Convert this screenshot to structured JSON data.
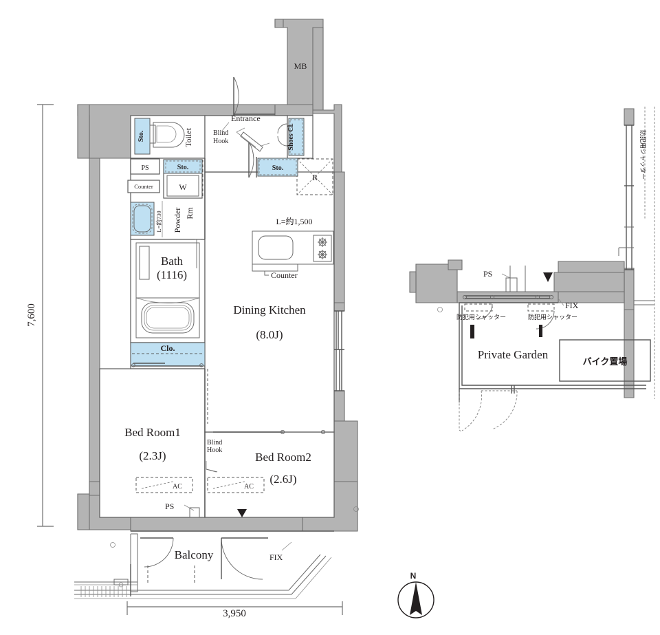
{
  "document": {
    "type": "apartment-floor-plan",
    "unit_layout": "1LDK / Dining Kitchen with 2 bed rooms"
  },
  "dimensions": {
    "vertical_label": "7,600",
    "horizontal_label": "3,950",
    "kitchen_counter_length": "L=約1,500",
    "powder_room_width": "L=約730"
  },
  "rooms": [
    {
      "id": "dining-kitchen",
      "label": "Dining Kitchen",
      "area": "(8.0J)"
    },
    {
      "id": "bed-room-1",
      "label": "Bed Room1",
      "area": "(2.3J)"
    },
    {
      "id": "bed-room-2",
      "label": "Bed Room2",
      "area": "(2.6J)"
    },
    {
      "id": "bath",
      "label": "Bath",
      "area": "(1116)"
    },
    {
      "id": "powder-room",
      "label": "Powder Rm",
      "area": ""
    },
    {
      "id": "toilet",
      "label": "Toilet",
      "area": ""
    },
    {
      "id": "balcony",
      "label": "Balcony",
      "area": ""
    },
    {
      "id": "entrance",
      "label": "Entrance",
      "area": ""
    },
    {
      "id": "private-garden",
      "label": "Private Garden",
      "area": ""
    }
  ],
  "labels": {
    "entrance": "Entrance",
    "toilet": "Toilet",
    "powder_rm_line1": "Powder",
    "powder_rm_line2": "Rm",
    "bath": "Bath",
    "bath_size": "(1116)",
    "dining_kitchen": "Dining Kitchen",
    "dining_kitchen_area": "(8.0J)",
    "bed_room_1": "Bed Room1",
    "bed_room_1_area": "(2.3J)",
    "bed_room_2": "Bed Room2",
    "bed_room_2_area": "(2.6J)",
    "balcony": "Balcony",
    "private_garden": "Private Garden",
    "mb": "MB",
    "refrigerator": "R",
    "washer": "W",
    "counter_left": "Counter",
    "counter_kitchen": "Counter",
    "ps_upper": "PS",
    "ps_lower": "PS",
    "ps_garden": "PS",
    "sto_toilet": "Sto.",
    "sto_washer": "Sto.",
    "sto_entry": "Sto.",
    "shoes_cl": "Shoes Cl.",
    "closet": "Clo.",
    "blind_hook_entry": "Blind\nHook",
    "blind_hook_bed": "Blind\nHook",
    "blind_hook_1_l1": "Blind",
    "blind_hook_1_l2": "Hook",
    "blind_hook_2_l1": "Blind",
    "blind_hook_2_l2": "Hook",
    "ac_bed1": "AC",
    "ac_bed2": "AC",
    "fix_balcony": "FIX",
    "fix_garden": "FIX",
    "security_shutter_1": "防犯用シャッター",
    "security_shutter_2": "防犯用シャッター",
    "security_shutter_vertical": "防犯用シャッター",
    "bike_parking": "バイク置場",
    "compass_north": "N"
  },
  "colors": {
    "wall_fill": "#b4b4b4",
    "wall_stroke": "#6e6e6e",
    "tint_blue": "#bfe0f2",
    "line": "#5b5b5b",
    "text": "#231f20",
    "background": "#ffffff"
  },
  "compass": {
    "direction": "N",
    "label": "N"
  }
}
